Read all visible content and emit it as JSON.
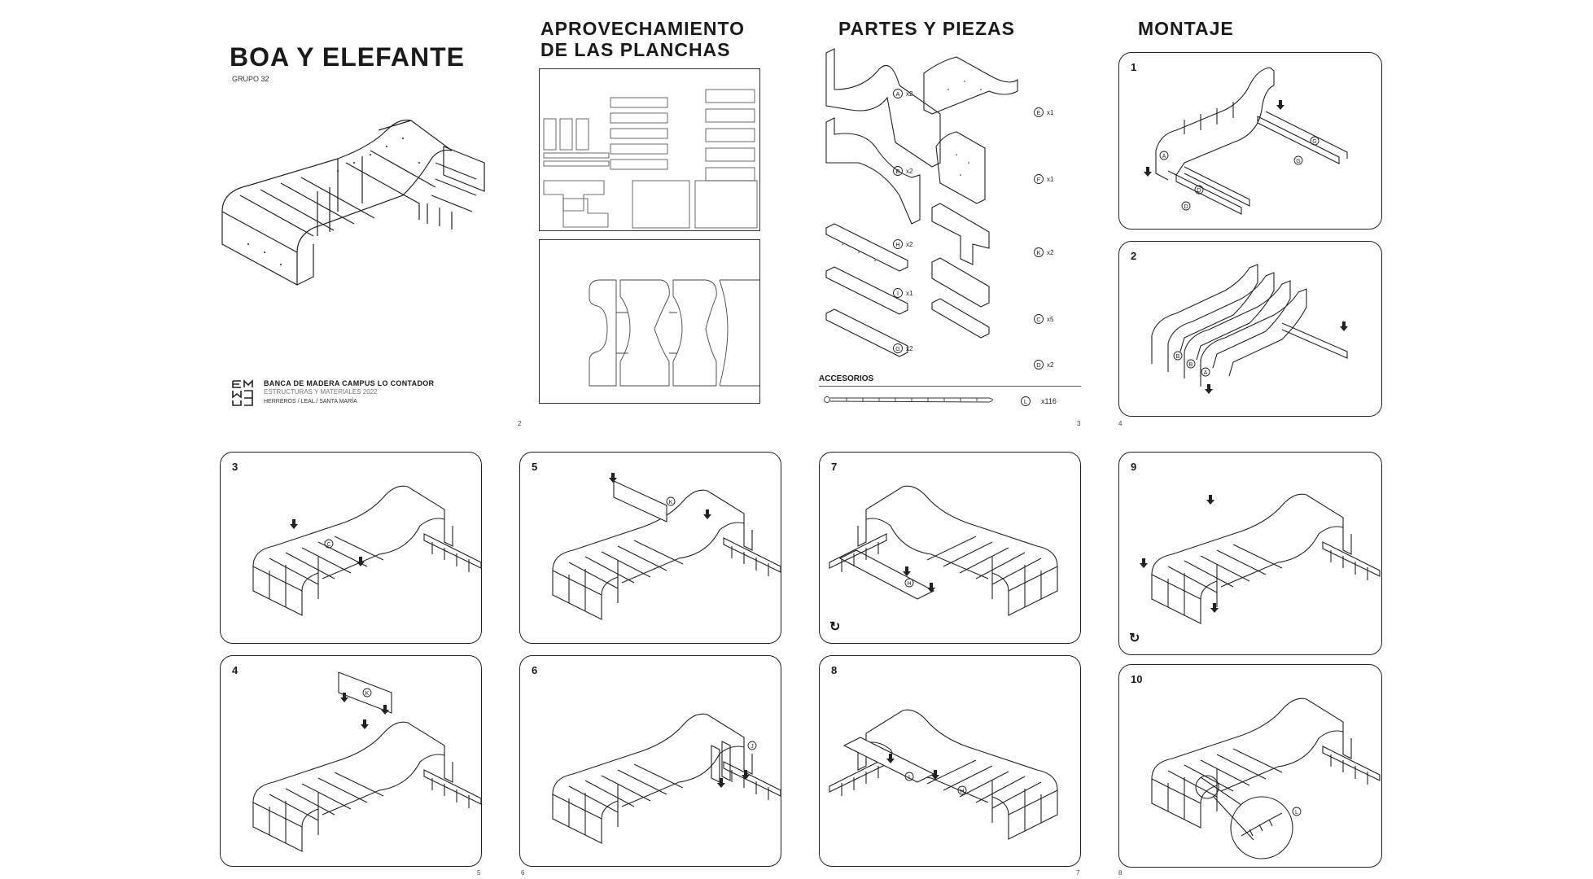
{
  "pages": {
    "cover": {
      "title": "BOA Y ELEFANTE",
      "group": "GRUPO 32",
      "logo_text": "EMW3",
      "project": "BANCA DE MADERA CAMPUS LO CONTADOR",
      "course": "ESTRUCTURAS Y MATERIALES 2022",
      "authors": "HERREROS / LEAL / SANTA MARÍA",
      "page_number": "2"
    },
    "sheets": {
      "title_line1": "APROVECHAMIENTO",
      "title_line2": "DE LAS PLANCHAS",
      "page_number": "3"
    },
    "parts": {
      "title": "PARTES Y PIEZAS",
      "items": [
        {
          "letter": "A",
          "qty": "x2"
        },
        {
          "letter": "B",
          "qty": "x2"
        },
        {
          "letter": "H",
          "qty": "x2"
        },
        {
          "letter": "I",
          "qty": "x1"
        },
        {
          "letter": "G",
          "qty": "x2"
        },
        {
          "letter": "E",
          "qty": "x1"
        },
        {
          "letter": "F",
          "qty": "x1"
        },
        {
          "letter": "K",
          "qty": "x2"
        },
        {
          "letter": "C",
          "qty": "x5"
        },
        {
          "letter": "D",
          "qty": "x2"
        }
      ],
      "accessories_title": "ACCESORIOS",
      "accessory": {
        "letter": "L",
        "qty": "x116"
      },
      "page_number": "3"
    },
    "assembly": {
      "title": "MONTAJE",
      "page_number_a": "4",
      "page_number_b": "5",
      "page_number_c": "6",
      "page_number_d": "7",
      "page_number_e": "8"
    }
  },
  "steps": [
    {
      "num": "1",
      "labels": [
        "A",
        "D",
        "D",
        "G",
        "G"
      ]
    },
    {
      "num": "2",
      "labels": [
        "B",
        "B",
        "A"
      ]
    },
    {
      "num": "3",
      "labels": [
        "C"
      ]
    },
    {
      "num": "4",
      "labels": [
        "K"
      ]
    },
    {
      "num": "5",
      "labels": [
        "K"
      ]
    },
    {
      "num": "6",
      "labels": [
        "J"
      ]
    },
    {
      "num": "7",
      "labels": [
        "H"
      ],
      "rotate_icon": "rotate-icon"
    },
    {
      "num": "8",
      "labels": [
        "I",
        "H"
      ]
    },
    {
      "num": "9",
      "labels": [],
      "rotate_icon": "rotate-icon"
    },
    {
      "num": "10",
      "labels": [
        "L"
      ]
    }
  ],
  "colors": {
    "ink": "#1a1a1a",
    "line": "#222222",
    "paper": "#ffffff"
  }
}
